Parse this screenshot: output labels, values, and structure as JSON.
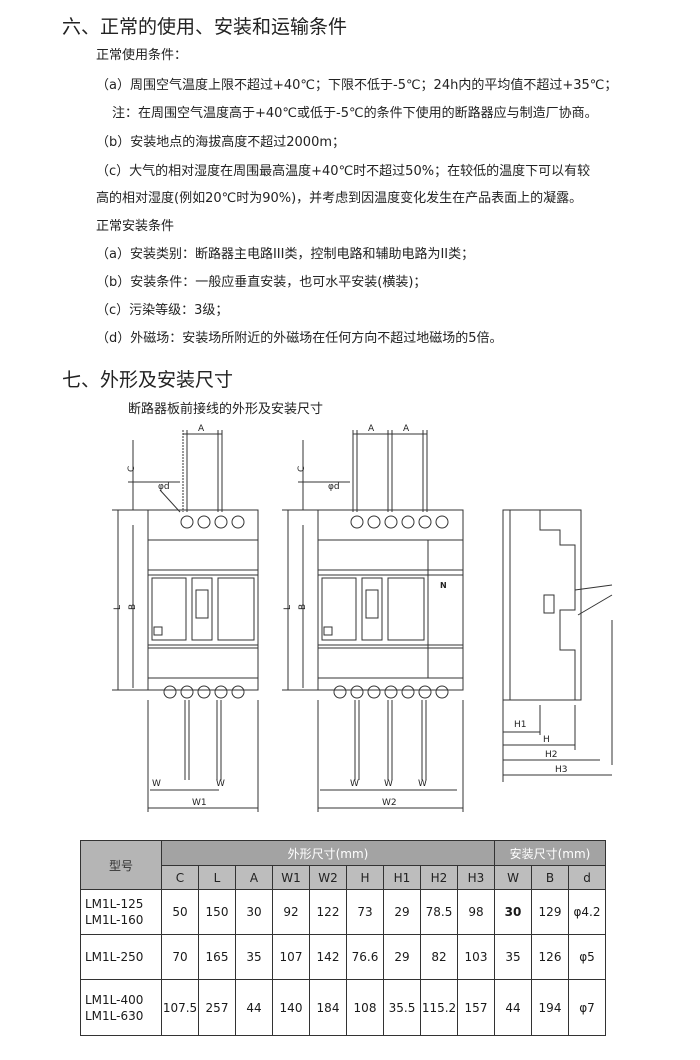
{
  "section6": {
    "title": "六、正常的使用、安装和运输条件",
    "use_heading": "正常使用条件：",
    "use_items": [
      "（a）周围空气温度上限不超过+40℃；下限不低于-5℃；24h内的平均值不超过+35℃；",
      "注：在周围空气温度高于+40℃或低于-5℃的条件下使用的断路器应与制造厂协商。",
      "（b）安装地点的海拔高度不超过2000m；",
      "（c）大气的相对湿度在周围最高温度+40℃时不超过50%；在较低的温度下可以有较",
      "高的相对湿度(例如20℃时为90%)，并考虑到因温度变化发生在产品表面上的凝露。"
    ],
    "install_heading": "正常安装条件",
    "install_items": [
      "（a）安装类别：断路器主电路III类，控制电路和辅助电路为II类；",
      "（b）安装条件：一般应垂直安装，也可水平安装(横装)；",
      "（c）污染等级：3级；",
      "（d）外磁场：安装场所附近的外磁场在任何方向不超过地磁场的5倍。"
    ]
  },
  "section7": {
    "title": "七、外形及安装尺寸",
    "subtitle": "断路器板前接线的外形及安装尺寸"
  },
  "drawing_labels": {
    "A": "A",
    "C": "C",
    "d": "φd",
    "B": "B",
    "L": "L",
    "W": "W",
    "W1": "W1",
    "W2": "W2",
    "N": "N",
    "H1": "H1",
    "H": "H",
    "H2": "H2",
    "H3": "H3"
  },
  "table": {
    "model_header": "型号",
    "outer_header": "外形尺寸(mm)",
    "mount_header": "安装尺寸(mm)",
    "columns": [
      "C",
      "L",
      "A",
      "W1",
      "W2",
      "H",
      "H1",
      "H2",
      "H3",
      "W",
      "B",
      "d"
    ],
    "rows": [
      {
        "model": [
          "LM1L-125",
          "LM1L-160"
        ],
        "values": [
          "50",
          "150",
          "30",
          "92",
          "122",
          "73",
          "29",
          "78.5",
          "98",
          "30",
          "129",
          "φ4.2"
        ]
      },
      {
        "model": [
          "LM1L-250"
        ],
        "values": [
          "70",
          "165",
          "35",
          "107",
          "142",
          "76.6",
          "29",
          "82",
          "103",
          "35",
          "126",
          "φ5"
        ]
      },
      {
        "model": [
          "LM1L-400",
          "LM1L-630"
        ],
        "values": [
          "107.5",
          "257",
          "44",
          "140",
          "184",
          "108",
          "35.5",
          "115.2",
          "157",
          "44",
          "194",
          "φ7"
        ]
      }
    ]
  }
}
